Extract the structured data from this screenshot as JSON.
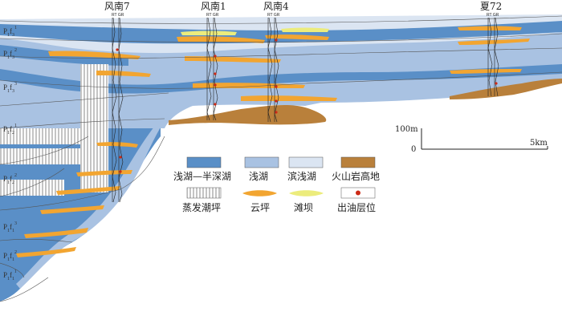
{
  "colors": {
    "deep_lake": "#5a8fc7",
    "shallow_lake": "#a9c2e2",
    "shore_lake": "#dbe5f2",
    "volcanic": "#b9803b",
    "cloud_flat": "#f2a531",
    "beach_bar": "#ecec7c",
    "oil_dot": "#cc2a16"
  },
  "wells": [
    {
      "name": "风南7",
      "logs": "RT GR"
    },
    {
      "name": "风南1",
      "logs": "RT GR"
    },
    {
      "name": "风南4",
      "logs": "RT GR"
    },
    {
      "name": "夏72",
      "logs": "RT GR"
    }
  ],
  "layers": [
    {
      "base": "P",
      "sub1": "1",
      "mid": "f",
      "sub2": "3",
      "sup": "1"
    },
    {
      "base": "P",
      "sub1": "1",
      "mid": "f",
      "sub2": "3",
      "sup": "2"
    },
    {
      "base": "P",
      "sub1": "1",
      "mid": "f",
      "sub2": "3",
      "sup": "3"
    },
    {
      "base": "P",
      "sub1": "1",
      "mid": "f",
      "sub2": "2",
      "sup": "1"
    },
    {
      "base": "P",
      "sub1": "1",
      "mid": "f",
      "sub2": "2",
      "sup": "2"
    },
    {
      "base": "P",
      "sub1": "1",
      "mid": "f",
      "sub2": "1",
      "sup": "3"
    },
    {
      "base": "P",
      "sub1": "1",
      "mid": "f",
      "sub2": "1",
      "sup": "2"
    },
    {
      "base": "P",
      "sub1": "1",
      "mid": "f",
      "sub2": "1",
      "sup": "1"
    }
  ],
  "scale": {
    "vertical": "100m",
    "zero": "0",
    "horizontal": "5km"
  },
  "legend": [
    {
      "label": "浅湖—半深湖",
      "icon": "deep-lake-swatch"
    },
    {
      "label": "浅湖",
      "icon": "shallow-lake-swatch"
    },
    {
      "label": "滨浅湖",
      "icon": "shore-lake-swatch"
    },
    {
      "label": "火山岩高地",
      "icon": "volcanic-swatch"
    },
    {
      "label": "蒸发潮坪",
      "icon": "evaporite-swatch"
    },
    {
      "label": "云坪",
      "icon": "cloud-flat-swatch"
    },
    {
      "label": "滩坝",
      "icon": "beach-bar-swatch"
    },
    {
      "label": "出油层位",
      "icon": "oil-dot-icon"
    }
  ]
}
